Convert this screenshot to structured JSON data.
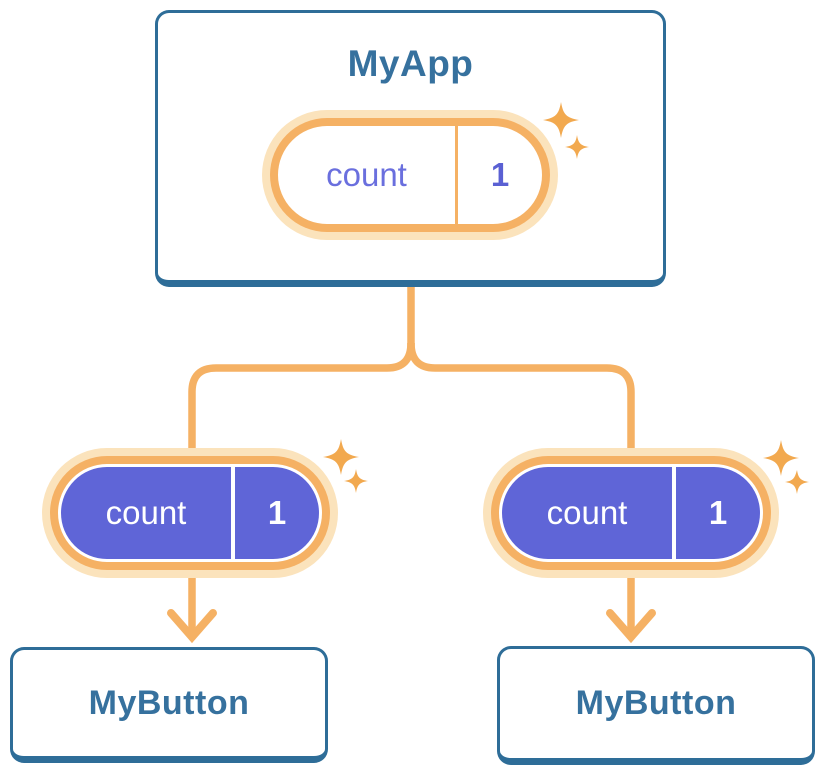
{
  "diagram": {
    "root": {
      "title": "MyApp",
      "state": {
        "label": "count",
        "value": "1"
      }
    },
    "children": [
      {
        "title": "MyButton",
        "prop": {
          "label": "count",
          "value": "1"
        }
      },
      {
        "title": "MyButton",
        "prop": {
          "label": "count",
          "value": "1"
        }
      }
    ]
  },
  "colors": {
    "card_border_blue": "#2E6D98",
    "card_title_blue": "#36719E",
    "connector_orange": "#F5B164",
    "pill_glow": "#FBE3BC",
    "pill_purple": "#5F65D7",
    "pill_indigo_text": "#6A6FDE",
    "sparkle_orange": "#F2A94F",
    "background": "#FFFFFF"
  }
}
